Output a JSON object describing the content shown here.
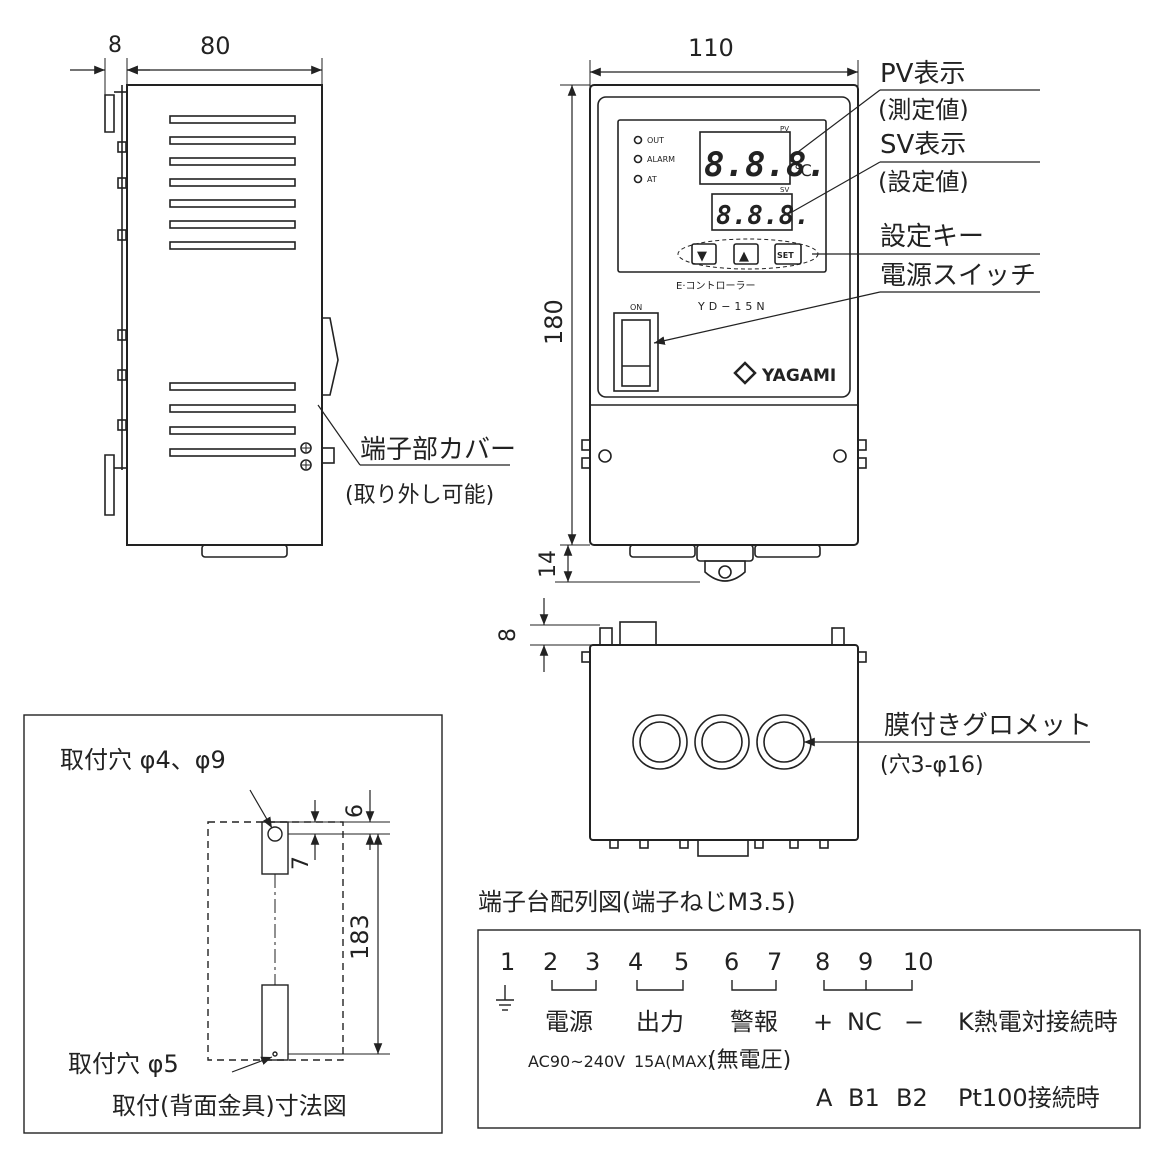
{
  "side_view": {
    "dim_a": "8",
    "dim_b": "80",
    "cover_label": "端子部カバー",
    "cover_note": "(取り外し可能)"
  },
  "front_view": {
    "dim_width": "110",
    "dim_height": "180",
    "dim_bottom": "14",
    "pv_label": "PV表示",
    "pv_note": "(測定値)",
    "sv_label": "SV表示",
    "sv_note": "(設定値)",
    "key_label": "設定キー",
    "switch_label": "電源スイッチ",
    "panel": {
      "led_out": "OUT",
      "led_alarm": "ALARM",
      "led_at": "AT",
      "pv_tag": "PV",
      "sv_tag": "SV",
      "pv_digits": "8.8.8.",
      "sv_digits": "8.8.8.",
      "unit": "℃",
      "btn_down": "▼",
      "btn_up": "▲",
      "btn_set": "SET",
      "product_name": "E·コントローラー",
      "model": "YD−15N",
      "switch_on": "ON",
      "brand": "YAGAMI"
    }
  },
  "bottom_view": {
    "dim_top": "8",
    "grommet_label": "膜付きグロメット",
    "grommet_note": "(穴3-φ16)"
  },
  "mount_view": {
    "hole_top": "取付穴 φ4、φ9",
    "hole_bottom": "取付穴 φ5",
    "dim_6": "6",
    "dim_7": "7",
    "dim_183": "183",
    "caption": "取付(背面金具)寸法図"
  },
  "terminal": {
    "title": "端子台配列図(端子ねじM3.5)",
    "numbers": [
      "1",
      "2",
      "3",
      "4",
      "5",
      "6",
      "7",
      "8",
      "9",
      "10"
    ],
    "power": "電源",
    "output": "出力",
    "alarm": "警報",
    "plus": "+",
    "nc": "NC",
    "minus": "−",
    "k_conn": "K熱電対接続時",
    "spec_power": "AC90~240V",
    "spec_output": "15A(MAX)",
    "spec_alarm": "(無電圧)",
    "pt_a": "A",
    "pt_b1": "B1",
    "pt_b2": "B2",
    "pt_conn": "Pt100接続時"
  }
}
